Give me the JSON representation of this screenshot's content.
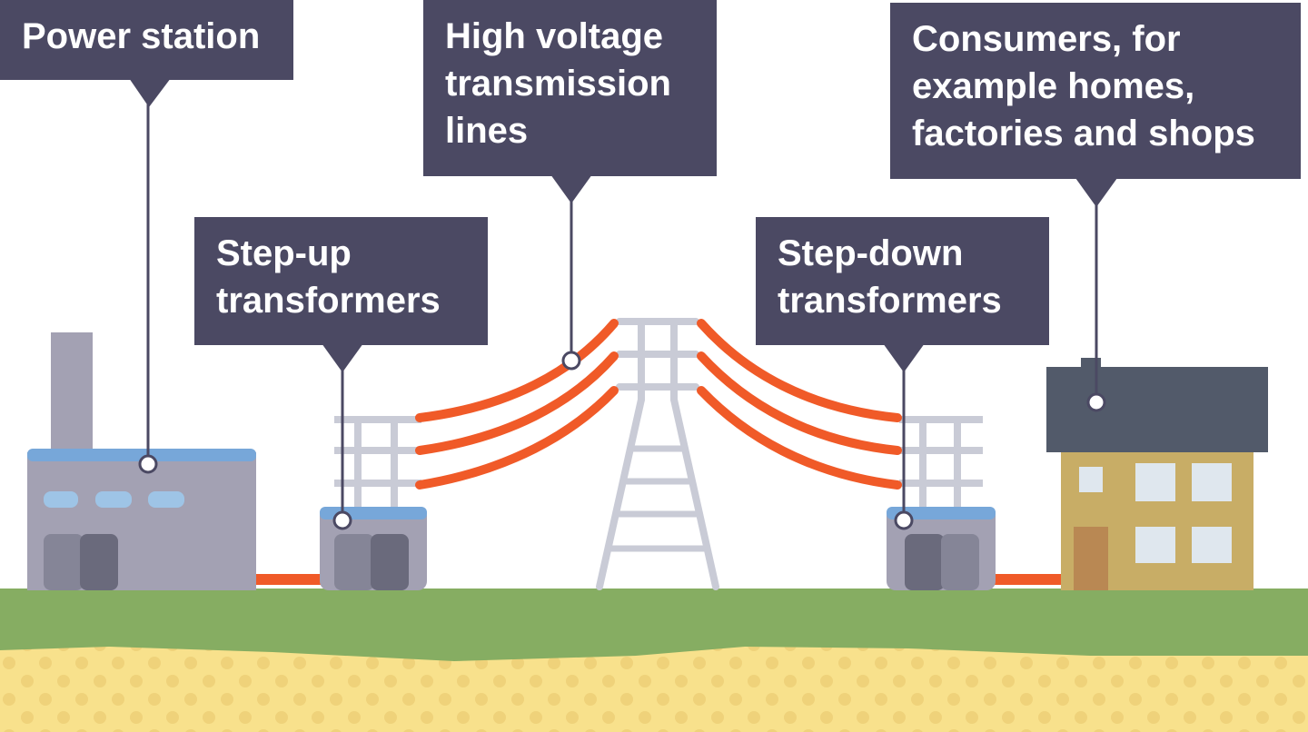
{
  "labels": {
    "power_station": [
      "Power station"
    ],
    "step_up": [
      "Step-up",
      "transformers"
    ],
    "transmission": [
      "High voltage",
      "transmission",
      "lines"
    ],
    "step_down": [
      "Step-down",
      "transformers"
    ],
    "consumers": [
      "Consumers, for",
      "example homes,",
      "factories and shops"
    ]
  },
  "colors": {
    "label_bg": "#4b4963",
    "label_text": "#ffffff",
    "cable": "#f05a28",
    "grass": "#86ad62",
    "soil": "#f8e18c",
    "soil_dots": "#efd27a",
    "building_grey": "#a3a1b3",
    "roof_blue": "#77a7d9",
    "door_dark": "#6a6a7c",
    "door_light": "#858597",
    "pylon": "#c9cbd6",
    "house_wall": "#c8ad66",
    "house_roof": "#525a6a",
    "house_door": "#b98853",
    "window": "#dfe7ee"
  }
}
